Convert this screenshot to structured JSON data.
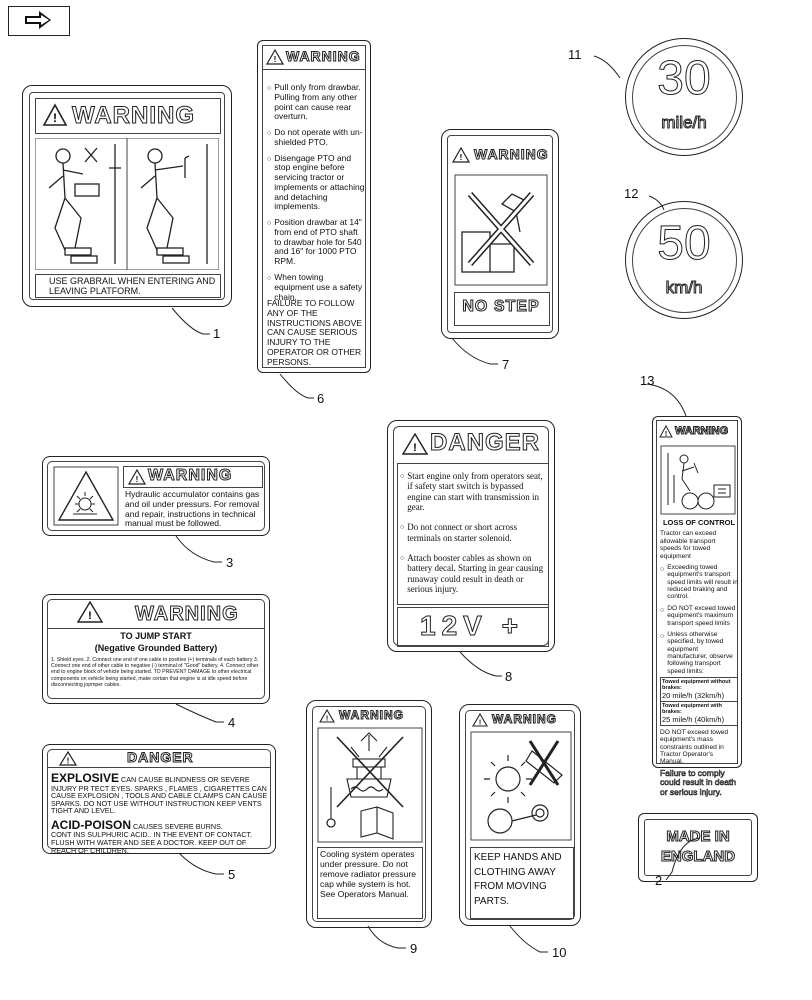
{
  "callouts": [
    "1",
    "2",
    "3",
    "4",
    "5",
    "6",
    "7",
    "8",
    "9",
    "10",
    "11",
    "12",
    "13"
  ],
  "decal1": {
    "title": "WARNING",
    "text": "USE GRABRAIL WHEN ENTERING AND LEAVING PLATFORM."
  },
  "decal2": {
    "line1": "MADE IN",
    "line2": "ENGLAND"
  },
  "decal3": {
    "title": "WARNING",
    "text": "Hydraulic accumulator contains gas and oil under pressurs. For removal and repair, instructions in technical manual must be followed."
  },
  "decal4": {
    "title": "WARNING",
    "subtitle1": "TO JUMP START",
    "subtitle2": "(Negative Grounded Battery)",
    "body": "1. Shield eyes. 2. Connect one end of one cable to positive (+) terminals of each battery 3. Connect one end of other cable to negative (-) terminal of \"Good\" battery. 4. Connect other end to engine block of vehicle being started. TO PREVENT DAMAGE to other electrical components on vehicle being started, make certain that engine is at idle speed before disconnecting jopmper cables."
  },
  "decal5": {
    "title": "DANGER",
    "head1": "EXPLOSIVE",
    "text1a": "CAN CAUSE BLINDNESS OR SEVERE",
    "text1b": "INJURY PR TECT EYES. SPARKS , FLAMES , CIGARETTES CAN CAUSE EXPLOSION , TOOLS AND CABLE CLAMPS CAN CAUSE SPARKS. DO NOT USE WITHOUT INSTRUCTION KEEP VENTS TIGHT AND LEVEL.",
    "head2": "ACID-POISON",
    "text2a": "CAUSES SEVERE BURNS.",
    "text2b": "CONT INS SULPHURIC ACID.. IN THE EVENT OF CONTACT. FLUSH WITH WATER AND SEE A DOCTOR. KEEP OUT OF REACH OF CHILDREN."
  },
  "decal6": {
    "title": "WARNING",
    "items": [
      "Pull only from drawbar. Pulling from any other point can cause rear overturn.",
      "Do not operate with un-shielded PTO.",
      "Disengage PTO and stop engine before servicing tractor or implements or attaching and detaching implements.",
      "Position drawbar at 14\" from end of PTO shaft to drawbar hole for 540 and 16\" for 1000 PTO RPM.",
      "When towing equipment use a safety chain."
    ],
    "footer": "FAILURE TO FOLLOW ANY OF THE INSTRUCTIONS ABOVE CAN CAUSE SERIOUS INJURY TO THE OPERATOR OR OTHER PERSONS."
  },
  "decal7": {
    "title": "WARNING",
    "footer": "NO STEP"
  },
  "decal8": {
    "title": "DANGER",
    "items": [
      "Start engine only from operators seat, if safety start switch is bypassed engine can start with transmission in gear.",
      "Do not connect or short across terminals on starter solenoid.",
      "Attach booster cables as shown on battery decal. Starting in gear causing runaway could result in death or serious injury."
    ],
    "footer": "12V +"
  },
  "decal9": {
    "title": "WARNING",
    "text": "Cooling system operates under pressure. Do not remove radiator pressure cap while system is hot. See Operators Manual."
  },
  "decal10": {
    "title": "WARNING",
    "text": "KEEP HANDS AND CLOTHING AWAY FROM MOVING PARTS."
  },
  "decal11": {
    "value": "30",
    "unit": "mile/h"
  },
  "decal12": {
    "value": "50",
    "unit": "km/h"
  },
  "decal13": {
    "title": "WARNING",
    "heading": "LOSS OF CONTROL",
    "intro": "Tractor can exceed allowable transport speeds for towed equipment",
    "items": [
      "Exceeding towed equipment's transport speed limits will result in reduced braking and control.",
      "DO NOT exceed towed equipment's maximum transport speed limits",
      "Unless otherwise specified, by towed equipment manufacturer, observe following transport speed limits:"
    ],
    "row1_label": "Towed equipment without brakes:",
    "row1_value": "20 mile/h (32km/h)",
    "row2_label": "Towed equipment with brakes:",
    "row2_value": "25 mile/h (40km/h)",
    "note": "DO NOT exceed towed equipment's mass constraints outlined in Tractor Operator's Manual.",
    "footer": "Failure to comply could result in death or serious injury."
  }
}
